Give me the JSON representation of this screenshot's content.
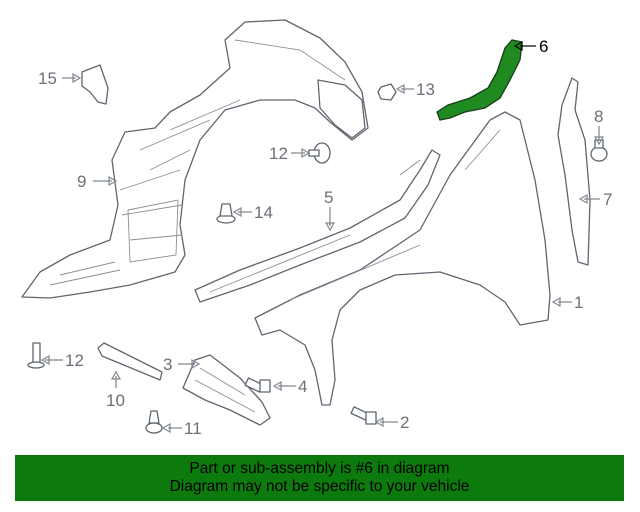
{
  "diagram": {
    "highlight_part": "6",
    "highlight_color": "#1f8a1f",
    "callouts": [
      "1",
      "2",
      "3",
      "4",
      "5",
      "6",
      "7",
      "8",
      "9",
      "10",
      "11",
      "12",
      "12",
      "13",
      "14",
      "15"
    ]
  },
  "banner": {
    "line1": "Part or sub-assembly is #6 in diagram",
    "line2": "Diagram may not be specific to your vehicle",
    "color": "#0c7a0c"
  }
}
